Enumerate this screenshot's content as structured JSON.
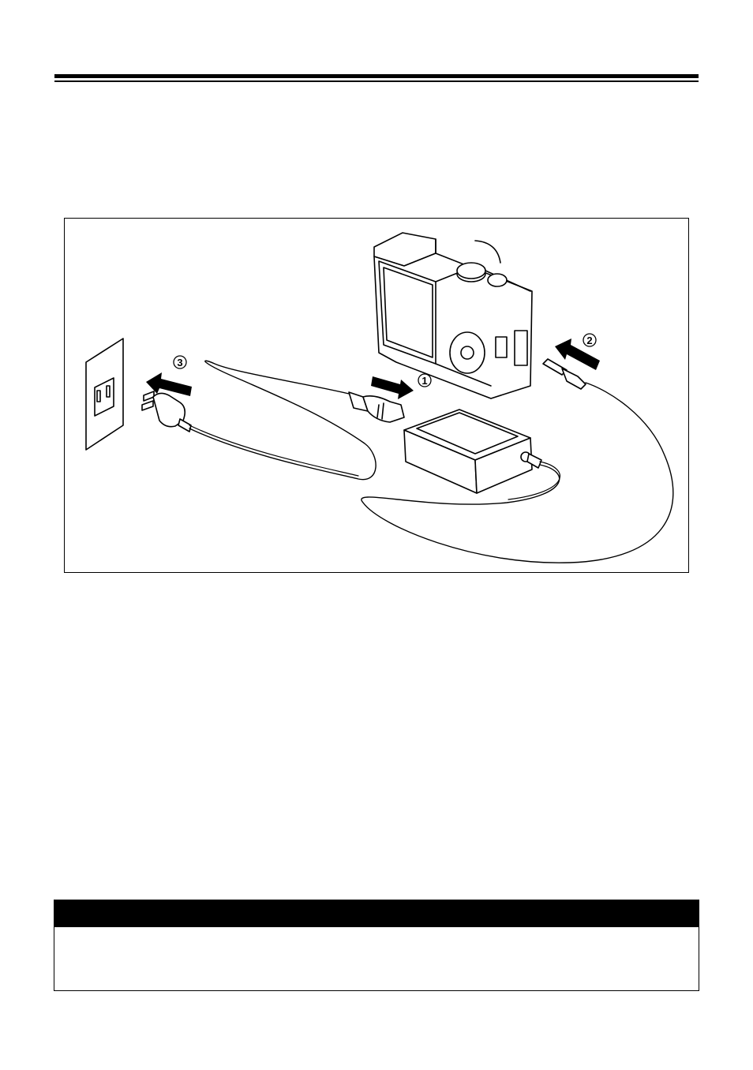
{
  "figure": {
    "step_labels": [
      "1",
      "2",
      "3"
    ],
    "illustration": "camera-ac-adapter-connection",
    "icons": [
      "camera-icon",
      "ac-adapter-icon",
      "wall-outlet-icon",
      "power-plug-icon",
      "arrow-icon"
    ]
  },
  "note": {
    "header": "",
    "body": ""
  }
}
